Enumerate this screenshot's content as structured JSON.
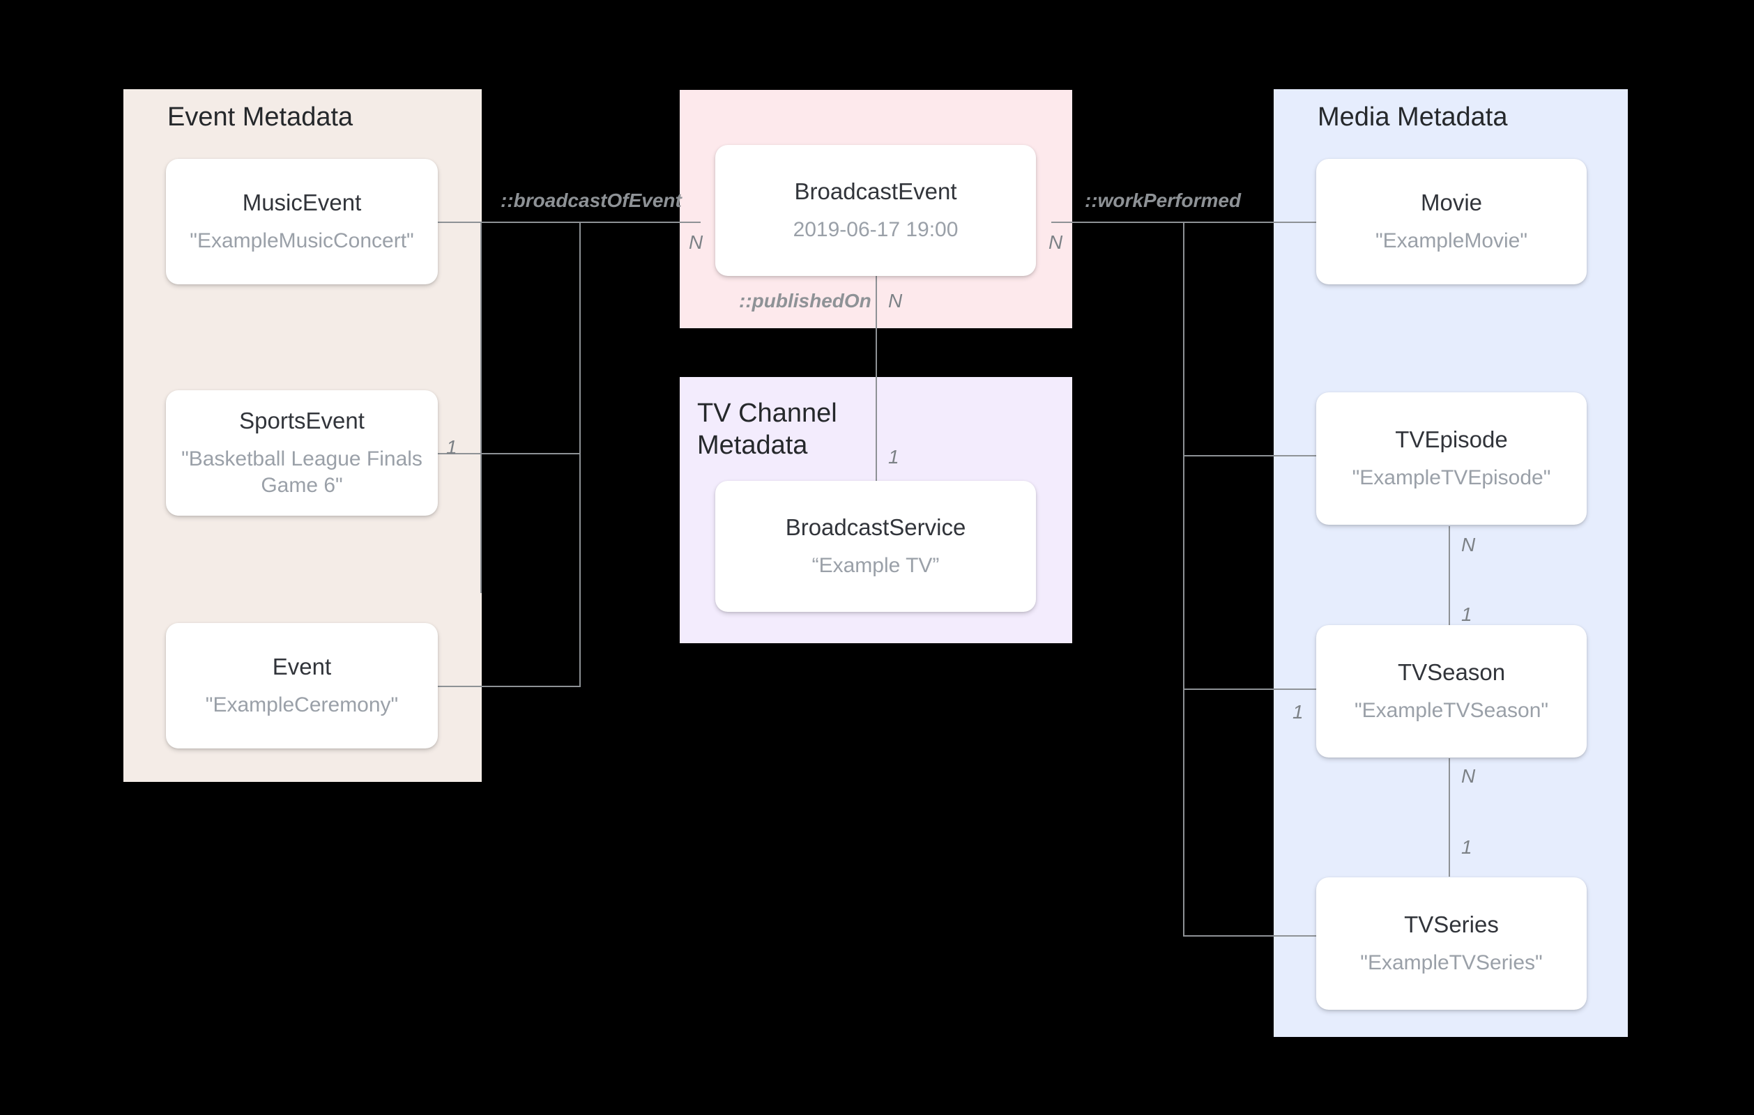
{
  "diagram": {
    "groups": [
      {
        "name": "event-metadata",
        "title": "Event Metadata"
      },
      {
        "name": "broadcast",
        "title": ""
      },
      {
        "name": "tv-channel",
        "title": "TV Channel\nMetadata"
      },
      {
        "name": "media-metadata",
        "title": "Media Metadata"
      }
    ],
    "nodes": [
      {
        "name": "music-event",
        "title": "MusicEvent",
        "value": "\"ExampleMusicConcert\""
      },
      {
        "name": "sports-event",
        "title": "SportsEvent",
        "value": "\"Basketball League Finals Game 6\""
      },
      {
        "name": "event",
        "title": "Event",
        "value": "\"ExampleCeremony\""
      },
      {
        "name": "broadcast-event",
        "title": "BroadcastEvent",
        "value": "2019-06-17 19:00"
      },
      {
        "name": "broadcast-service",
        "title": "BroadcastService",
        "value": "“Example TV”"
      },
      {
        "name": "movie",
        "title": "Movie",
        "value": "\"ExampleMovie\""
      },
      {
        "name": "tv-episode",
        "title": "TVEpisode",
        "value": "\"ExampleTVEpisode\""
      },
      {
        "name": "tv-season",
        "title": "TVSeason",
        "value": "\"ExampleTVSeason\""
      },
      {
        "name": "tv-series",
        "title": "TVSeries",
        "value": "\"ExampleTVSeries\""
      }
    ],
    "relations": [
      {
        "name": "broadcast-of-event",
        "label": "::broadcastOfEvent",
        "from": "broadcast-event",
        "to": "event-group",
        "from_card": "N",
        "to_card": "1"
      },
      {
        "name": "published-on",
        "label": "::publishedOn",
        "from": "broadcast-event",
        "to": "broadcast-service",
        "from_card": "N",
        "to_card": "1"
      },
      {
        "name": "work-performed",
        "label": "::workPerformed",
        "from": "broadcast-event",
        "to": "media-group",
        "from_card": "N",
        "to_card": "1"
      },
      {
        "name": "episode-season",
        "label": "",
        "from": "tv-episode",
        "to": "tv-season",
        "from_card": "N",
        "to_card": "1"
      },
      {
        "name": "season-series",
        "label": "",
        "from": "tv-season",
        "to": "tv-series",
        "from_card": "N",
        "to_card": "1"
      }
    ],
    "cardinalities": {
      "broadcast_event_left": "N",
      "broadcast_event_right": "N",
      "broadcast_event_bottom": "N",
      "sports_event_right": "1",
      "broadcast_service_top": "1",
      "tv_episode_bottom": "N",
      "tv_season_top": "1",
      "tv_season_left": "1",
      "tv_season_bottom": "N",
      "tv_series_top": "1"
    },
    "colors": {
      "background": "#000000",
      "event_panel": "#f4ece7",
      "broadcast_panel": "#fde9ec",
      "tv_channel_panel": "#f3ecfd",
      "media_panel": "#e6edfd",
      "card": "#ffffff",
      "edge": "#8e9296",
      "title_text": "#25282b",
      "value_text": "#9aa0a8"
    }
  }
}
